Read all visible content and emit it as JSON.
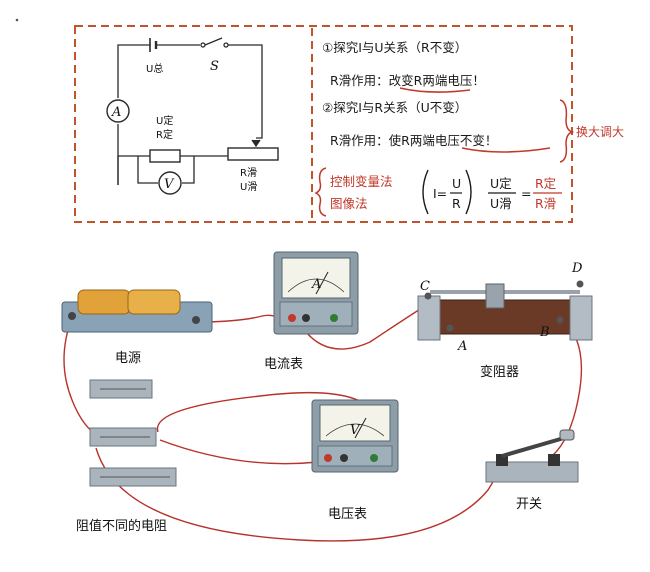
{
  "schematic": {
    "u_source": "U总",
    "switch": "S",
    "ammeter": "A",
    "voltmeter": "V",
    "u_fixed": "U定",
    "r_fixed": "R定",
    "r_slide": "R滑",
    "u_slide": "U滑"
  },
  "notes": {
    "line1": "①探究I与U关系（R不变）",
    "line2": "R滑作用：改变R两端电压！",
    "line3": "②探究I与R关系（U不变）",
    "line4": "R滑作用：使R两端电压不变！",
    "side_note": "换大调大",
    "method1": "控制变量法",
    "method2": "图像法",
    "formula_left": "I=",
    "formula_num": "U",
    "formula_den": "R",
    "ratio_num1": "U定",
    "ratio_den1": "U滑",
    "ratio_eq": "=",
    "ratio_num2": "R定",
    "ratio_den2": "R滑"
  },
  "apparatus": {
    "power_label": "电源",
    "ammeter_label": "电流表",
    "ammeter_letter": "A",
    "rheostat_label": "变阻器",
    "voltmeter_label": "电压表",
    "voltmeter_letter": "V",
    "resistors_label": "阻值不同的电阻",
    "switch_label": "开关",
    "terminal_a": "A",
    "terminal_b": "B",
    "terminal_c": "C",
    "terminal_d": "D"
  },
  "colors": {
    "dash_border": "#c0542a",
    "wire": "#b8322a",
    "ink_red": "#c0392b"
  }
}
